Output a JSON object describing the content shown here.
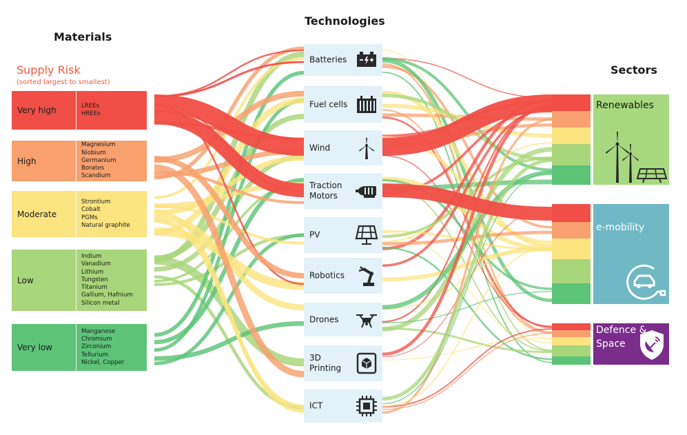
{
  "headers": {
    "materials": "Materials",
    "technologies": "Technologies",
    "sectors": "Sectors",
    "supply_risk": "Supply Risk",
    "supply_risk_note": "(sorted largest to smallest)"
  },
  "colors": {
    "very_high": "#f04e46",
    "high": "#f8a06e",
    "moderate": "#fce481",
    "low": "#a8d67a",
    "very_low": "#5cc377",
    "tech_bg": "#e3f1f8",
    "renewables": "#a6d97f",
    "e_mobility": "#70b8c6",
    "defence": "#7a2d8a"
  },
  "materials": [
    {
      "level": "Very high",
      "color": "very_high",
      "items": [
        "LREEs",
        "HREEs"
      ]
    },
    {
      "level": "High",
      "color": "high",
      "items": [
        "Magnesium",
        "Niobium",
        "Germanium",
        "Borates",
        "Scandium"
      ]
    },
    {
      "level": "Moderate",
      "color": "moderate",
      "items": [
        "Strontium",
        "Cobalt",
        "PGMs",
        "Natural graphite"
      ]
    },
    {
      "level": "Low",
      "color": "low",
      "items": [
        "Indium",
        "Vanadium",
        "Lithium",
        "Tungsten",
        "Titanium",
        "Gallium, Hafnium",
        "Silicon metal"
      ]
    },
    {
      "level": "Very low",
      "color": "very_low",
      "items": [
        "Manganese",
        "Chromium",
        "Zirconium",
        "Tellurium",
        "Nickel, Copper"
      ]
    }
  ],
  "technologies": [
    {
      "label": "Batteries",
      "icon": "battery-icon"
    },
    {
      "label": "Fuel cells",
      "icon": "fuel-cell-icon"
    },
    {
      "label": "Wind",
      "icon": "wind-turbine-icon"
    },
    {
      "label": "Traction Motors",
      "icon": "motor-icon"
    },
    {
      "label": "PV",
      "icon": "solar-panel-icon"
    },
    {
      "label": "Robotics",
      "icon": "robot-arm-icon"
    },
    {
      "label": "Drones",
      "icon": "drone-icon"
    },
    {
      "label": "3D Printing",
      "icon": "printer-3d-icon"
    },
    {
      "label": "ICT",
      "icon": "chip-icon"
    }
  ],
  "sectors": [
    {
      "label": "Renewables",
      "color": "renewables",
      "icon": "wind-solar-icon"
    },
    {
      "label": "e-mobility",
      "color": "e_mobility",
      "icon": "electric-car-icon"
    },
    {
      "label": "Defence & Space",
      "color": "defence",
      "icon": "satellite-dish-icon"
    }
  ]
}
